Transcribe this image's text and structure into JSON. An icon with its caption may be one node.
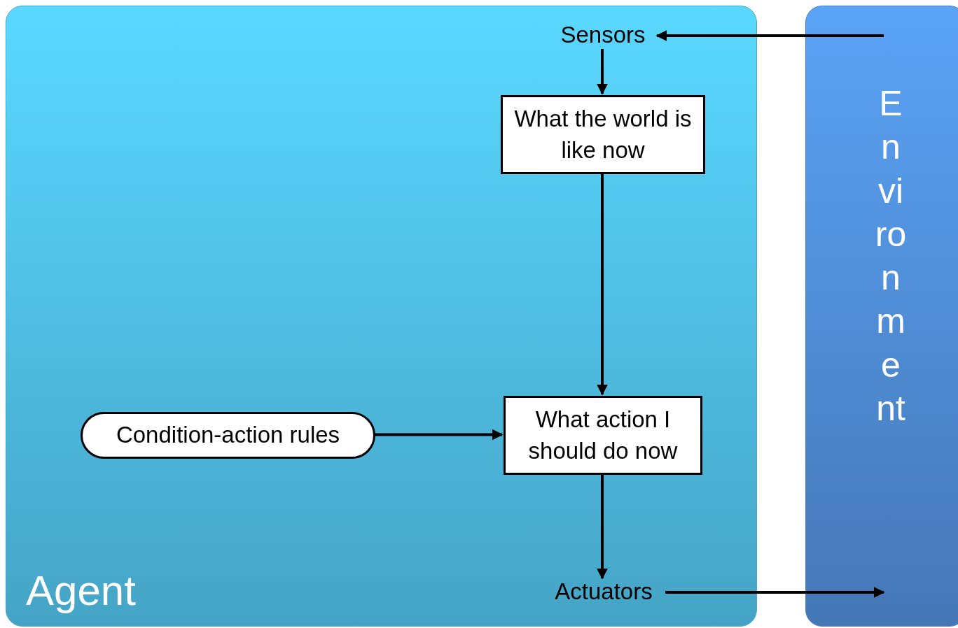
{
  "diagram": {
    "nodes": [
      {
        "text": [
          "Agent"
        ]
      },
      {
        "text": [
          "Environment"
        ]
      },
      {
        "text": [
          "Sensors"
        ],
        "in": 0
      },
      {
        "text": [
          "What the world is like now"
        ],
        "in": 0
      },
      {
        "text": [
          "Condition-action rules"
        ],
        "in": 0
      },
      {
        "text": [
          "What action I should do now"
        ],
        "in": 0
      },
      {
        "text": [
          "Actuators"
        ],
        "in": 0
      }
    ],
    "edges": [
      {
        "from": 1,
        "to": 2,
        "arrow": "to"
      },
      {
        "from": 2,
        "to": 3,
        "arrow": "to"
      },
      {
        "from": 3,
        "to": 5,
        "arrow": "to"
      },
      {
        "from": 4,
        "to": 5,
        "arrow": "to"
      },
      {
        "from": 5,
        "to": 6,
        "arrow": "to"
      },
      {
        "from": 6,
        "to": 1,
        "arrow": "to"
      }
    ]
  }
}
